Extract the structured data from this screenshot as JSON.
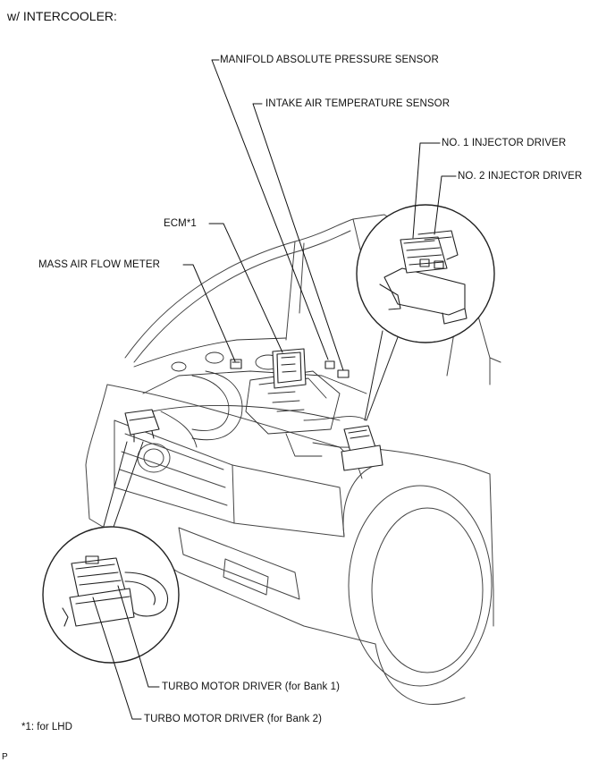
{
  "title": "w/ INTERCOOLER:",
  "labels": {
    "manifold": "MANIFOLD ABSOLUTE PRESSURE SENSOR",
    "intake": "INTAKE AIR TEMPERATURE SENSOR",
    "injector1": "NO. 1 INJECTOR DRIVER",
    "injector2": "NO. 2 INJECTOR DRIVER",
    "ecm": "ECM*1",
    "maf": "MASS AIR FLOW METER",
    "turbo1": "TURBO MOTOR DRIVER (for Bank 1)",
    "turbo2": "TURBO MOTOR DRIVER (for Bank 2)"
  },
  "footnote": "*1: for LHD",
  "figure_code": "P"
}
